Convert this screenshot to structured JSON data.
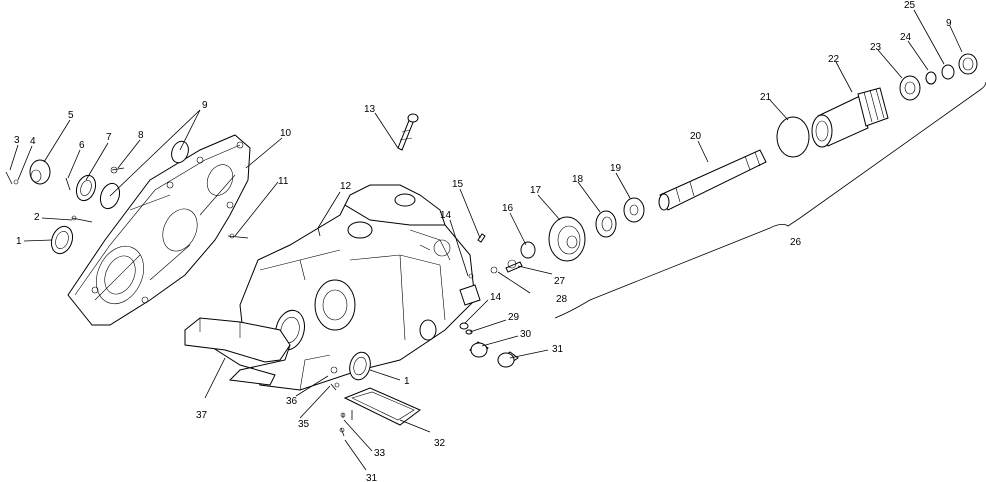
{
  "callouts": [
    {
      "id": "c3",
      "text": "3"
    },
    {
      "id": "c4",
      "text": "4"
    },
    {
      "id": "c5",
      "text": "5"
    },
    {
      "id": "c6",
      "text": "6"
    },
    {
      "id": "c7",
      "text": "7"
    },
    {
      "id": "c8",
      "text": "8"
    },
    {
      "id": "c9a",
      "text": "9"
    },
    {
      "id": "c10",
      "text": "10"
    },
    {
      "id": "c11",
      "text": "11"
    },
    {
      "id": "c2",
      "text": "2"
    },
    {
      "id": "c1a",
      "text": "1"
    },
    {
      "id": "c13",
      "text": "13"
    },
    {
      "id": "c12",
      "text": "12"
    },
    {
      "id": "c15",
      "text": "15"
    },
    {
      "id": "c14a",
      "text": "14"
    },
    {
      "id": "c14b",
      "text": "14"
    },
    {
      "id": "c16",
      "text": "16"
    },
    {
      "id": "c17",
      "text": "17"
    },
    {
      "id": "c18",
      "text": "18"
    },
    {
      "id": "c19",
      "text": "19"
    },
    {
      "id": "c20",
      "text": "20"
    },
    {
      "id": "c21",
      "text": "21"
    },
    {
      "id": "c22",
      "text": "22"
    },
    {
      "id": "c23",
      "text": "23"
    },
    {
      "id": "c24",
      "text": "24"
    },
    {
      "id": "c25",
      "text": "25"
    },
    {
      "id": "c9b",
      "text": "9"
    },
    {
      "id": "c26",
      "text": "26"
    },
    {
      "id": "c27",
      "text": "27"
    },
    {
      "id": "c28",
      "text": "28"
    },
    {
      "id": "c29",
      "text": "29"
    },
    {
      "id": "c30",
      "text": "30"
    },
    {
      "id": "c31a",
      "text": "31"
    },
    {
      "id": "c1b",
      "text": "1"
    },
    {
      "id": "c37",
      "text": "37"
    },
    {
      "id": "c36",
      "text": "36"
    },
    {
      "id": "c35",
      "text": "35"
    },
    {
      "id": "c32",
      "text": "32"
    },
    {
      "id": "c33",
      "text": "33"
    },
    {
      "id": "c31b",
      "text": "31"
    }
  ]
}
